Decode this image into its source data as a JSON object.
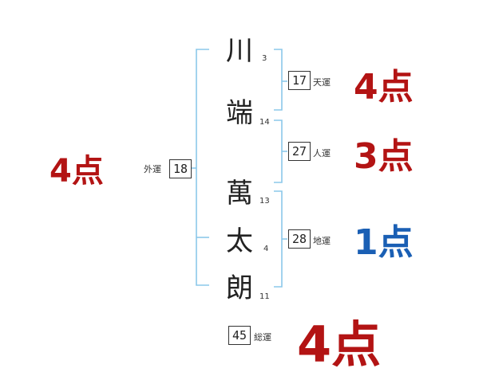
{
  "characters": [
    {
      "char": "川",
      "strokes": "3"
    },
    {
      "char": "端",
      "strokes": "14"
    },
    {
      "char": "萬",
      "strokes": "13"
    },
    {
      "char": "太",
      "strokes": "4"
    },
    {
      "char": "朗",
      "strokes": "11"
    }
  ],
  "fortunes": {
    "gaiun": {
      "label": "外運",
      "value": "18",
      "score": "4点"
    },
    "tenun": {
      "label": "天運",
      "value": "17",
      "score": "4点"
    },
    "jinun": {
      "label": "人運",
      "value": "27",
      "score": "3点"
    },
    "chiun": {
      "label": "地運",
      "value": "28",
      "score": "1点"
    },
    "souun": {
      "label": "総運",
      "value": "45",
      "score": "4点"
    }
  },
  "colors": {
    "bracket": "#8cc8ea",
    "score_red": "#b31414",
    "score_blue": "#1a5fb4"
  }
}
